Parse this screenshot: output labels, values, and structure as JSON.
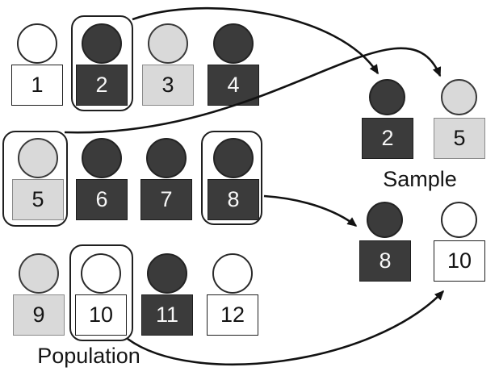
{
  "labels": {
    "population": "Population",
    "sample": "Sample"
  },
  "colors": {
    "dark": "#3b3b3b",
    "light_gray": "#d9d9d9",
    "white": "#ffffff",
    "outline": "#303030",
    "arrow": "#121212",
    "background": "#ffffff"
  },
  "population": {
    "items": [
      {
        "label": "1",
        "shade": "white",
        "selected": false
      },
      {
        "label": "2",
        "shade": "dark",
        "selected": true
      },
      {
        "label": "3",
        "shade": "light",
        "selected": false
      },
      {
        "label": "4",
        "shade": "dark",
        "selected": false
      },
      {
        "label": "5",
        "shade": "light",
        "selected": true
      },
      {
        "label": "6",
        "shade": "dark",
        "selected": false
      },
      {
        "label": "7",
        "shade": "dark",
        "selected": false
      },
      {
        "label": "8",
        "shade": "dark",
        "selected": true
      },
      {
        "label": "9",
        "shade": "light",
        "selected": false
      },
      {
        "label": "10",
        "shade": "white",
        "selected": true
      },
      {
        "label": "11",
        "shade": "dark",
        "selected": false
      },
      {
        "label": "12",
        "shade": "white",
        "selected": false
      }
    ]
  },
  "sample": {
    "items": [
      {
        "label": "2",
        "shade": "dark"
      },
      {
        "label": "5",
        "shade": "light"
      },
      {
        "label": "8",
        "shade": "dark"
      },
      {
        "label": "10",
        "shade": "white"
      }
    ]
  },
  "arrows": [
    {
      "from": "2",
      "to": "sample-2"
    },
    {
      "from": "5",
      "to": "sample-5"
    },
    {
      "from": "8",
      "to": "sample-8"
    },
    {
      "from": "10",
      "to": "sample-10"
    }
  ]
}
